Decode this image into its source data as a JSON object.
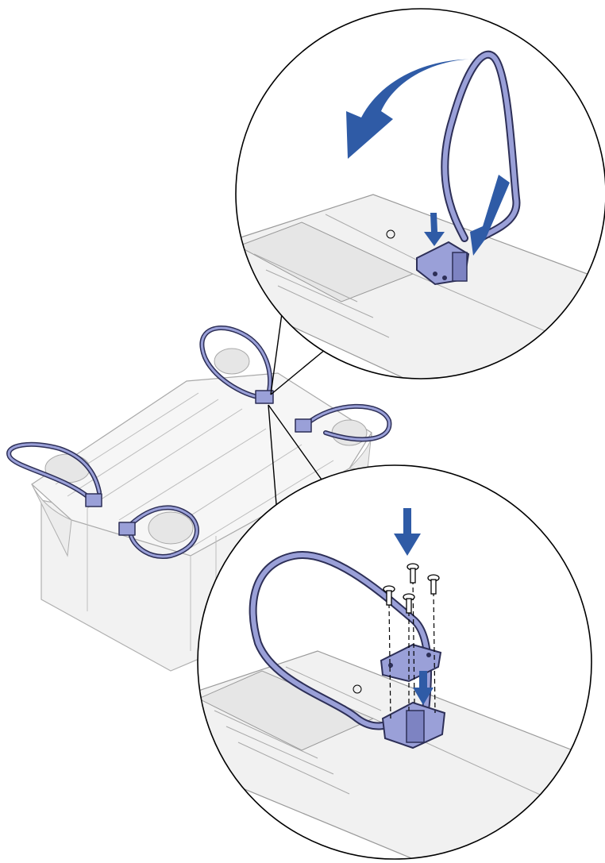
{
  "figure": {
    "kind": "assembly-illustration",
    "views": [
      "overview",
      "detail-top",
      "detail-bottom"
    ]
  },
  "overview": {
    "subject": "printer-base-with-handles",
    "handles": [
      "handle-left-front",
      "handle-right-back",
      "handle-right-front",
      "handle-left-back"
    ]
  },
  "detail_top": {
    "step": "rotate-handle-and-press-into-bracket",
    "arrows": [
      "curved-rotate-arrow",
      "press-arrow-large",
      "press-arrow-small"
    ]
  },
  "detail_bottom": {
    "step": "attach-bracket-with-screws",
    "screw_count": 4,
    "arrows": [
      "down-arrow-top",
      "down-arrow-bracket"
    ]
  },
  "colors": {
    "handle_fill": "#9aa0d8",
    "handle_stroke": "#2d2f57",
    "arrow": "#2f5ba6",
    "machine_fill": "#f1f1f1",
    "machine_stroke": "#a9a9a9",
    "outline": "#000000"
  },
  "icons": {
    "rotate_arrow": "curved-arrow-icon",
    "press_arrow": "down-arrow-icon",
    "screw": "screw-icon"
  }
}
